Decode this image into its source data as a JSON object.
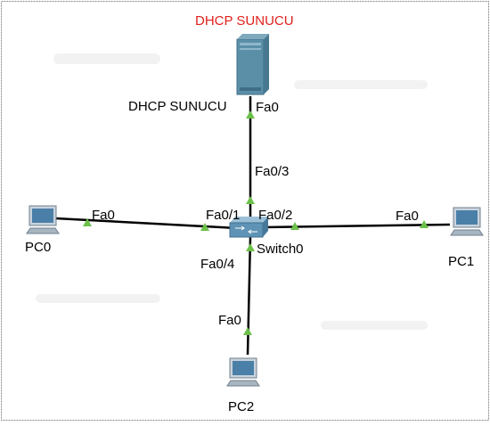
{
  "colors": {
    "background": "#ffffff",
    "border": "#8c8c8c",
    "link": "#000000",
    "port_indicator": "#6cc04a",
    "server_body": "#5b8fa8",
    "server_title": "#e0201c",
    "switch_body": "#5f93b5",
    "pc_screen": "#4a7fa8",
    "pc_frame": "#c9d3dc"
  },
  "devices": {
    "server": {
      "title_label": "DHCP SUNUCU",
      "name_label": "DHCP SUNUCU",
      "port": "Fa0",
      "icon": "server-icon"
    },
    "switch": {
      "name_label": "Switch0",
      "icon": "switch-icon",
      "ports": {
        "to_server": "Fa0/3",
        "to_pc0": "Fa0/1",
        "to_pc1": "Fa0/2",
        "to_pc2": "Fa0/4"
      }
    },
    "pc0": {
      "name_label": "PC0",
      "port": "Fa0",
      "icon": "pc-icon"
    },
    "pc1": {
      "name_label": "PC1",
      "port": "Fa0",
      "icon": "pc-icon"
    },
    "pc2": {
      "name_label": "PC2",
      "port": "Fa0",
      "icon": "pc-icon"
    }
  }
}
